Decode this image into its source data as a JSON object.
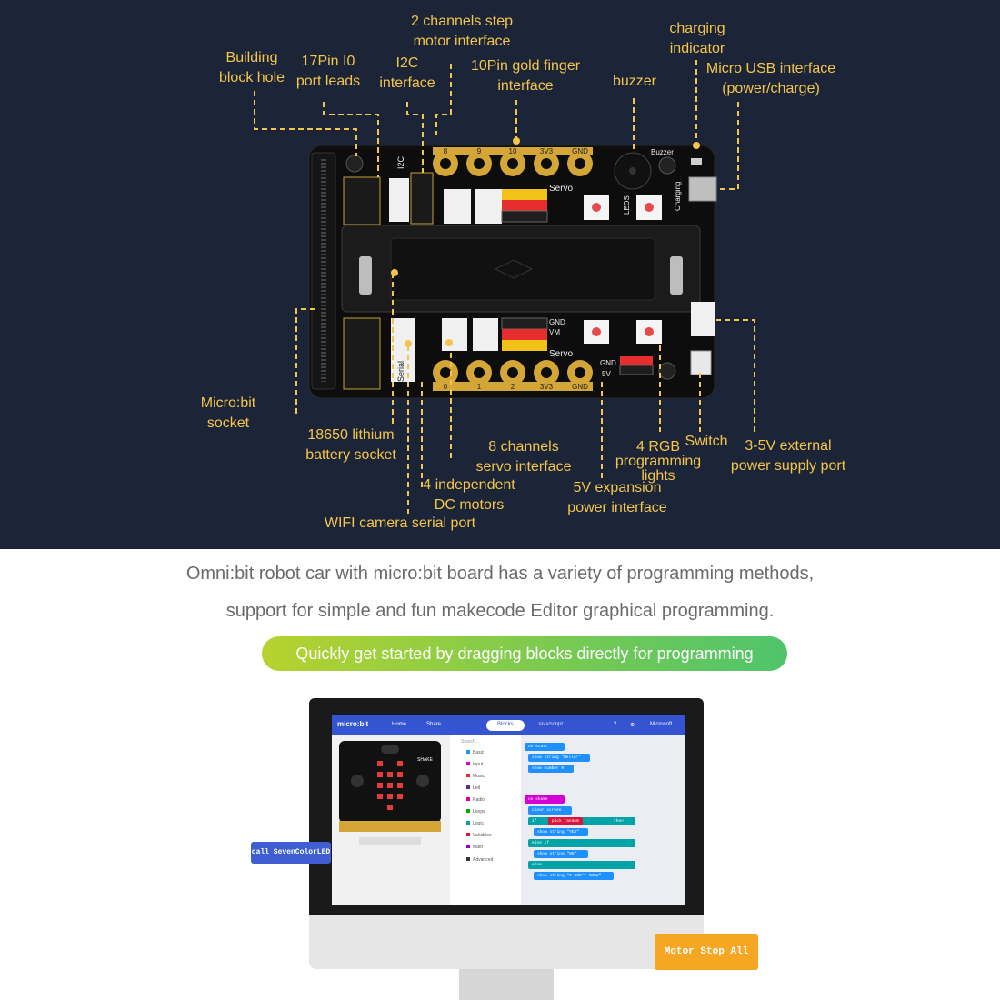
{
  "diagram": {
    "labels": {
      "two_channel_stepper": [
        "2 channels step",
        "motor interface"
      ],
      "charging_indicator": [
        "charging",
        "indicator"
      ],
      "building_block_hole": [
        "Building",
        "block hole"
      ],
      "pin_io": [
        "17Pin I0",
        "port leads"
      ],
      "i2c": [
        "I2C",
        "interface"
      ],
      "gold_finger": [
        "10Pin gold finger",
        "interface"
      ],
      "buzzer": [
        "buzzer"
      ],
      "micro_usb": [
        "Micro USB interface",
        "(power/charge)"
      ],
      "microbit_socket": [
        "Micro:bit",
        "socket"
      ],
      "battery_socket": [
        "18650 lithium",
        "battery socket"
      ],
      "servo_channels": [
        "8 channels",
        "servo interface"
      ],
      "rgb_lights": [
        "4 RGB",
        "programming",
        "lights"
      ],
      "switch": [
        "Switch"
      ],
      "external_power": [
        "3-5V external",
        "power supply port"
      ],
      "dc_motors": [
        "4 independent",
        "DC motors"
      ],
      "expansion_power": [
        "5V expansion",
        "power interface"
      ],
      "wifi_camera": [
        "WIFI camera serial port"
      ]
    },
    "board_text": {
      "top_pins": [
        "8",
        "9",
        "10",
        "3V3",
        "GND"
      ],
      "bottom_pins": [
        "0",
        "1",
        "2",
        "3V3",
        "GND"
      ],
      "servo": "Servo",
      "buzzer": "Buzzer",
      "vm": "VM",
      "gnd": "GND",
      "five_v": "5V",
      "serial": "Serial",
      "i2c": "I2C",
      "charging": "Charging",
      "leds": "LEDS"
    }
  },
  "caption": {
    "line1": "Omni:bit robot car with micro:bit board has a variety of programming methods,",
    "line2": "support for simple and fun makecode Editor graphical programming."
  },
  "banner": "Quickly get started by dragging blocks directly for programming",
  "floating_blocks": {
    "left": "call SevenColorLED",
    "right": "Motor Stop All"
  },
  "makecode": {
    "logo": "micro:bit",
    "nav": [
      "Home",
      "Share"
    ],
    "toggle": [
      "Blocks",
      "JavaScript"
    ],
    "brand": "Microsoft",
    "search_placeholder": "Search...",
    "categories": [
      "Basic",
      "Input",
      "Music",
      "Led",
      "Radio",
      "Loops",
      "Logic",
      "Variables",
      "Math",
      "Advanced"
    ],
    "category_colors": [
      "#1e90ff",
      "#d400d4",
      "#e63022",
      "#5c2d91",
      "#e3008c",
      "#00aa00",
      "#00a4a6",
      "#dc143c",
      "#9400d3",
      "#333333"
    ],
    "sim_label": "SHAKE",
    "blocks": [
      "on start",
      "show string \"Hello!\"",
      "show number 0",
      "on shake",
      "clear screen",
      "if",
      "pick random",
      "then",
      "show string \"YES\"",
      "else if",
      "show string \"NO\"",
      "else",
      "show string \"I DON'T KNOW\""
    ]
  },
  "colors": {
    "panel_bg": "#1c2437",
    "label_yellow": "#f3c64a",
    "pin_gold": "#d4a537",
    "makecode_blue": "#3454d1",
    "block_blue_float": "#3e5ed1",
    "block_orange_float": "#f5a623"
  }
}
